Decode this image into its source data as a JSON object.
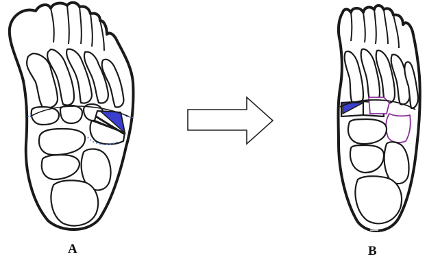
{
  "figure": {
    "panel_a": {
      "label": "A"
    },
    "panel_b": {
      "label": "B"
    }
  },
  "colors": {
    "outline": "#1a1a1a",
    "wedge": "#3b3fcf",
    "graft_outline": "#8b2e9a",
    "dotted": "#4a6fd0",
    "arrow": "#222222"
  },
  "icons": {
    "transition": "right-arrow-outline"
  }
}
